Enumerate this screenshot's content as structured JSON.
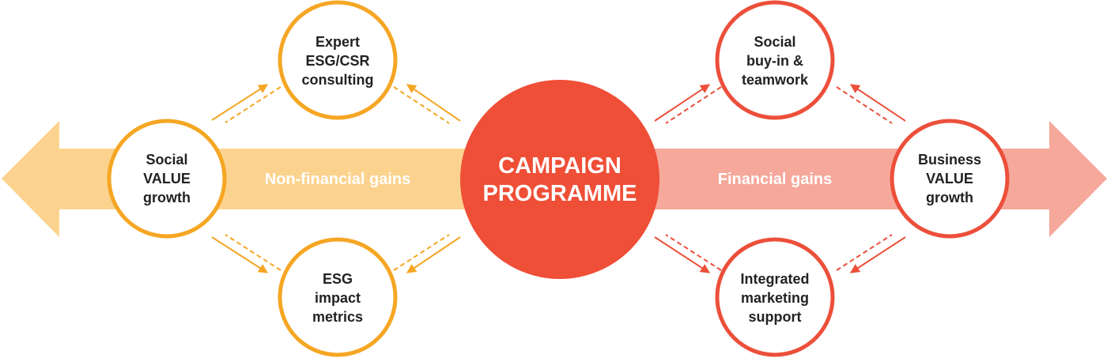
{
  "colors": {
    "orange": "#f5a623",
    "light_orange": "#fcd38e",
    "red": "#ec4f3a",
    "light_red": "#f6a89b",
    "center": "#ef4e37"
  },
  "center": {
    "line1": "CAMPAIGN",
    "line2": "PROGRAMME"
  },
  "left_band": {
    "label": "Non-financial gains"
  },
  "right_band": {
    "label": "Financial gains"
  },
  "nodes": {
    "social_value": [
      "Social",
      "VALUE",
      "growth"
    ],
    "expert_esg": [
      "Expert",
      "ESG/CSR",
      "consulting"
    ],
    "esg_impact": [
      "ESG",
      "impact",
      "metrics"
    ],
    "social_buyin": [
      "Social",
      "buy-in &",
      "teamwork"
    ],
    "integrated_marketing": [
      "Integrated",
      "marketing",
      "support"
    ],
    "business_value": [
      "Business",
      "VALUE",
      "growth"
    ]
  }
}
